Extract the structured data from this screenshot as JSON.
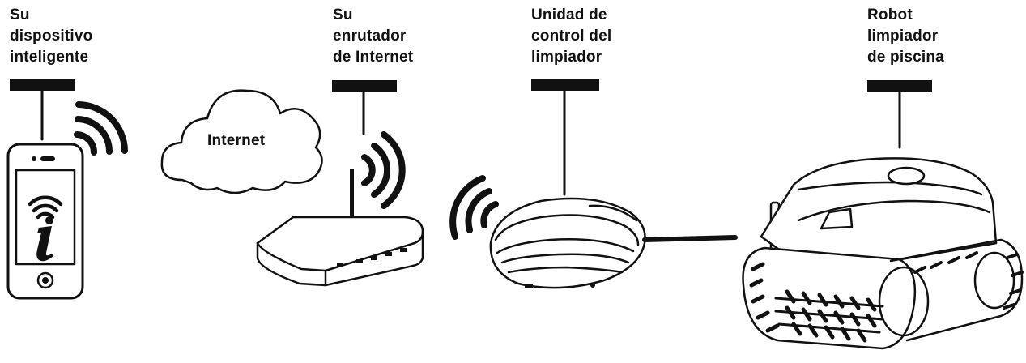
{
  "labels": {
    "device": "Su\ndispositivo\ninteligente",
    "router": "Su\nenrutador\nde Internet",
    "control": "Unidad de\ncontrol del\nlimpiador",
    "robot": "Robot\nlimpiador\nde piscina",
    "internet": "Internet"
  },
  "colors": {
    "ink": "#111111",
    "background": "#ffffff"
  },
  "icons": [
    "smartphone-icon",
    "wifi-app-icon",
    "cloud-icon",
    "router-icon",
    "control-unit-icon",
    "pool-robot-icon",
    "wifi-signal-icon"
  ]
}
